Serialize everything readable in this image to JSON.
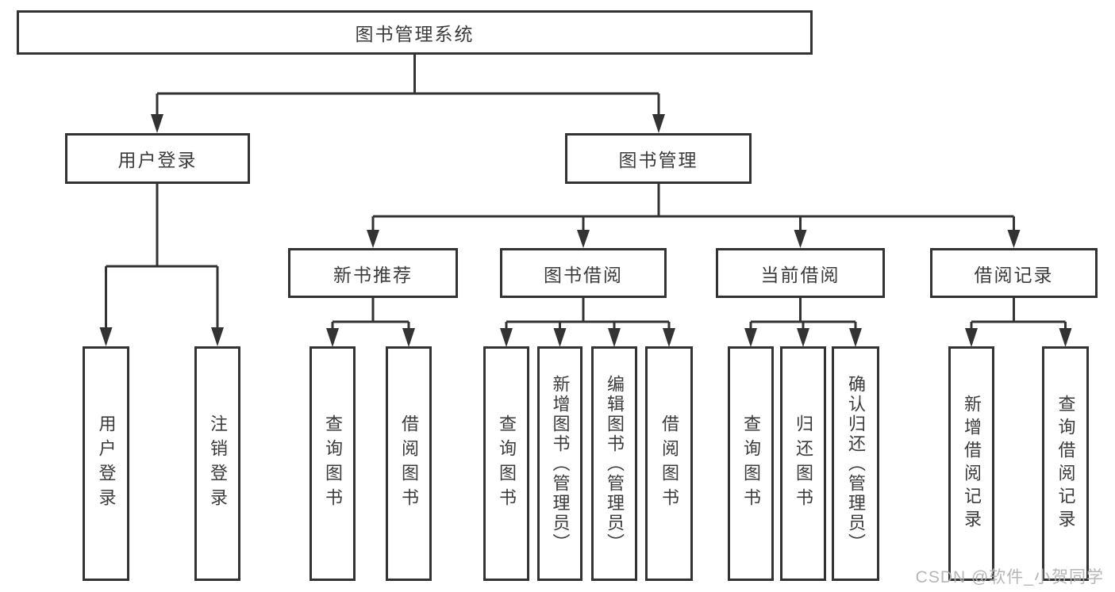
{
  "tree": {
    "label": "图书管理系统",
    "children": [
      {
        "label": "用户登录",
        "children": [
          {
            "label": "用户登录"
          },
          {
            "label": "注销登录"
          }
        ]
      },
      {
        "label": "图书管理",
        "children": [
          {
            "label": "新书推荐",
            "children": [
              {
                "label": "查询图书"
              },
              {
                "label": "借阅图书"
              }
            ]
          },
          {
            "label": "图书借阅",
            "children": [
              {
                "label": "查询图书"
              },
              {
                "label": "新增图书（管理员）"
              },
              {
                "label": "编辑图书（管理员）"
              },
              {
                "label": "借阅图书"
              }
            ]
          },
          {
            "label": "当前借阅",
            "children": [
              {
                "label": "查询图书"
              },
              {
                "label": "归还图书"
              },
              {
                "label": "确认归还（管理员）"
              }
            ]
          },
          {
            "label": "借阅记录",
            "children": [
              {
                "label": "新增借阅记录"
              },
              {
                "label": "查询借阅记录"
              }
            ]
          }
        ]
      }
    ]
  },
  "watermark": "CSDN @软件_小贺同学",
  "colors": {
    "line": "#333333",
    "text": "#3b3b3b",
    "watermark": "#b0b0b0",
    "background": "#ffffff"
  }
}
